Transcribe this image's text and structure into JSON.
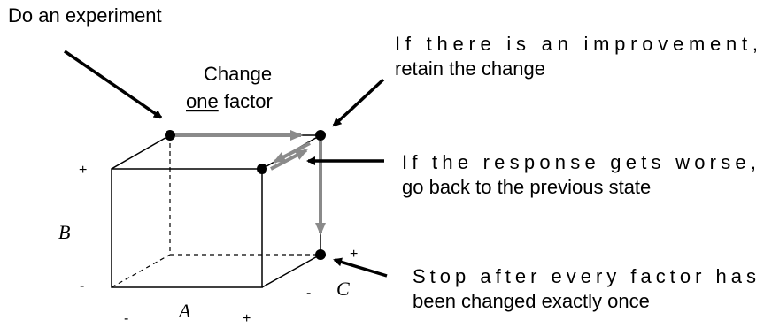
{
  "annotations": {
    "experiment": "Do an experiment",
    "change_line1": "Change",
    "change_line2_underlined": "one",
    "change_line2_rest": " factor",
    "improvement_line1": "If there is an improvement,",
    "improvement_line2": "retain the change",
    "worse_line1": "If the response gets worse,",
    "worse_line2": "go back to the previous state",
    "stop_line1": "Stop after every factor has",
    "stop_line2": "been changed exactly once"
  },
  "axes": {
    "a_label": "A",
    "b_label": "B",
    "c_label": "C",
    "plus": "+",
    "minus": "-"
  },
  "colors": {
    "path_arrow": "#8a8a8a",
    "cube_line": "#000000",
    "background": "#ffffff"
  }
}
